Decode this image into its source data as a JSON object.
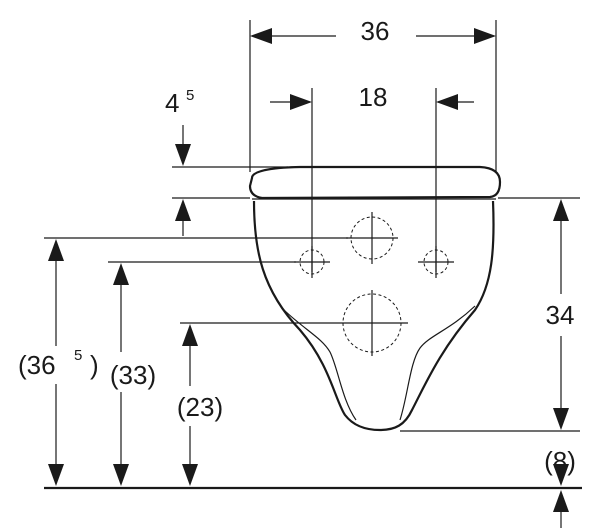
{
  "dimensions": {
    "overall_width": "36",
    "center_spacing": "18",
    "seat_offset_main": "4",
    "seat_offset_sup": "5",
    "front_height": "34",
    "gap": "(8)",
    "rear_height_main": "(36",
    "rear_height_sup": "5",
    "rear_height_close": ")",
    "upper_bolt_height": "(33)",
    "drain_height": "(23)"
  },
  "colors": {
    "ink": "#1a1a1a",
    "background": "#ffffff"
  }
}
